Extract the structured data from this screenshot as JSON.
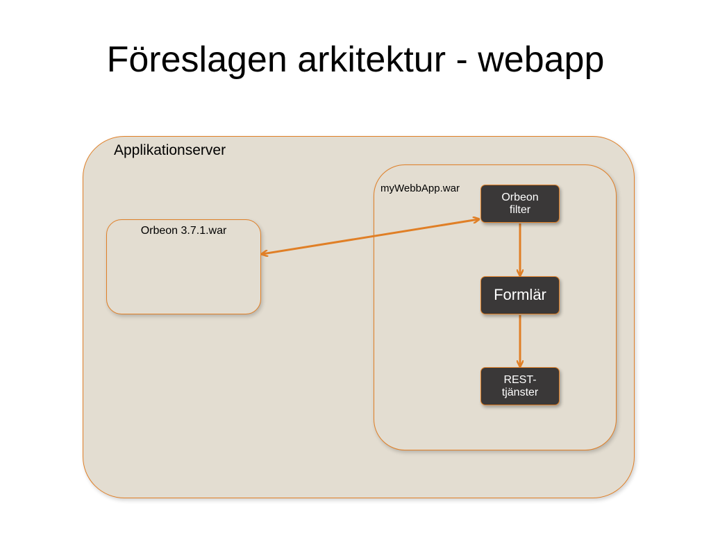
{
  "title": "Föreslagen arkitektur - webapp",
  "diagram": {
    "app_server_label": "Applikationserver",
    "mywebbapp_label": "myWebbApp.war",
    "orbeon_war_label": "Orbeon 3.7.1.war",
    "orbeon_filter_line1": "Orbeon",
    "orbeon_filter_line2": "filter",
    "formlar_label": "Formlär",
    "rest_line1": "REST-",
    "rest_line2": "tjänster",
    "accent_color": "#e07f26",
    "box_fill_color": "#e3ddd1",
    "dark_box_color": "#3a3838"
  }
}
